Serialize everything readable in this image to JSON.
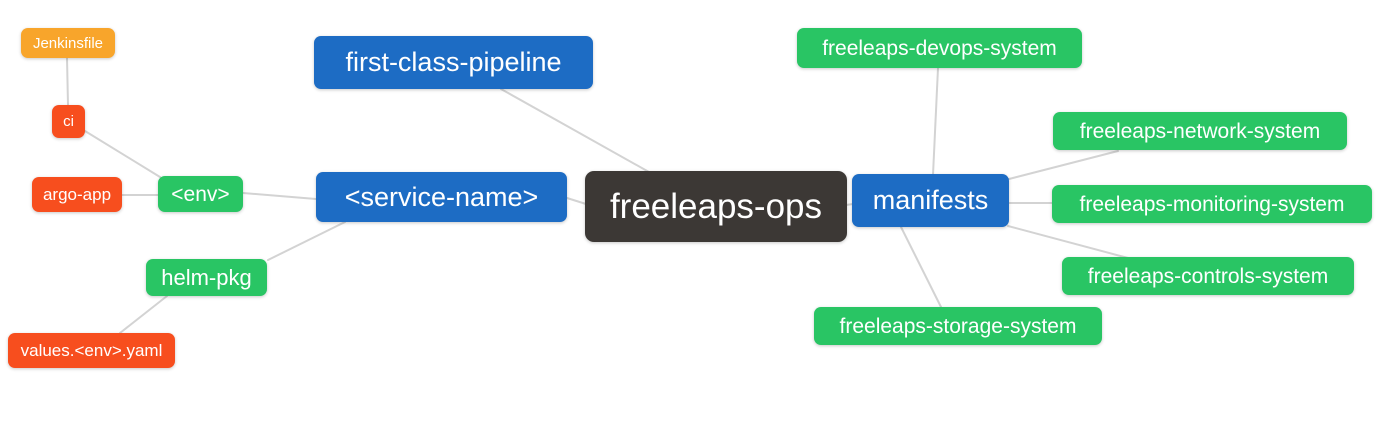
{
  "diagram": {
    "type": "mindmap",
    "root_label": "freeleaps-ops",
    "background": "#ffffff"
  },
  "palette": {
    "root_dark": "#3C3835",
    "branch_blue": "#1D6CC4",
    "leaf_green": "#29C564",
    "leaf_orange": "#F8A52B",
    "leaf_red_orange": "#F74E1E",
    "edge_gray": "#D3D3D3",
    "text": "#FFFFFF"
  },
  "nodes": [
    {
      "id": "jenkinsfile",
      "label": "Jenkinsfile",
      "color": "#F8A52B"
    },
    {
      "id": "ci",
      "label": "ci",
      "color": "#F74E1E"
    },
    {
      "id": "argo-app",
      "label": "argo-app",
      "color": "#F74E1E"
    },
    {
      "id": "env",
      "label": "<env>",
      "color": "#29C564"
    },
    {
      "id": "helm-pkg",
      "label": "helm-pkg",
      "color": "#29C564"
    },
    {
      "id": "values-env-yaml",
      "label": "values.<env>.yaml",
      "color": "#F74E1E"
    },
    {
      "id": "first-class-pipeline",
      "label": "first-class-pipeline",
      "color": "#1D6CC4"
    },
    {
      "id": "service-name",
      "label": "<service-name>",
      "color": "#1D6CC4"
    },
    {
      "id": "freeleaps-ops",
      "label": "freeleaps-ops",
      "color": "#3C3835"
    },
    {
      "id": "manifests",
      "label": "manifests",
      "color": "#1D6CC4"
    },
    {
      "id": "freeleaps-devops-system",
      "label": "freeleaps-devops-system",
      "color": "#29C564"
    },
    {
      "id": "freeleaps-network-system",
      "label": "freeleaps-network-system",
      "color": "#29C564"
    },
    {
      "id": "freeleaps-monitoring-system",
      "label": "freeleaps-monitoring-system",
      "color": "#29C564"
    },
    {
      "id": "freeleaps-controls-system",
      "label": "freeleaps-controls-system",
      "color": "#29C564"
    },
    {
      "id": "freeleaps-storage-system",
      "label": "freeleaps-storage-system",
      "color": "#29C564"
    }
  ],
  "edges": [
    {
      "from": "freeleaps-ops",
      "to": "first-class-pipeline"
    },
    {
      "from": "freeleaps-ops",
      "to": "service-name"
    },
    {
      "from": "freeleaps-ops",
      "to": "manifests"
    },
    {
      "from": "service-name",
      "to": "env"
    },
    {
      "from": "service-name",
      "to": "helm-pkg"
    },
    {
      "from": "env",
      "to": "ci"
    },
    {
      "from": "env",
      "to": "argo-app"
    },
    {
      "from": "ci",
      "to": "jenkinsfile"
    },
    {
      "from": "helm-pkg",
      "to": "values-env-yaml"
    },
    {
      "from": "manifests",
      "to": "freeleaps-devops-system"
    },
    {
      "from": "manifests",
      "to": "freeleaps-network-system"
    },
    {
      "from": "manifests",
      "to": "freeleaps-monitoring-system"
    },
    {
      "from": "manifests",
      "to": "freeleaps-controls-system"
    },
    {
      "from": "manifests",
      "to": "freeleaps-storage-system"
    }
  ]
}
